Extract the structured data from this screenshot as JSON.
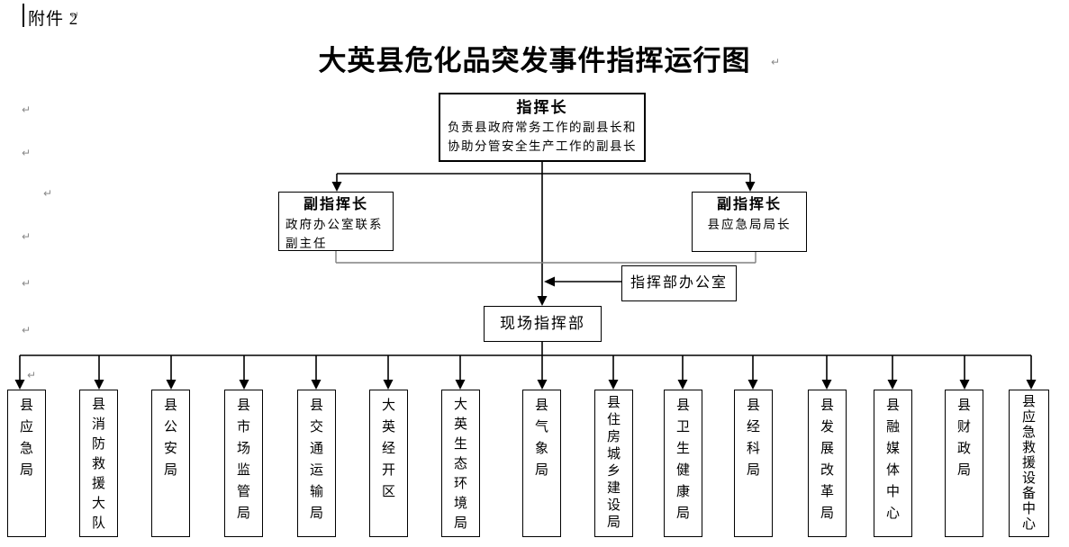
{
  "document": {
    "attachment_label": "附件 2",
    "title": "大英县危化品突发事件指挥运行图",
    "pilcrow": "↵"
  },
  "org": {
    "commander": {
      "heading": "指挥长",
      "desc_line1": "负责县政府常务工作的副县长和",
      "desc_line2": "协助分管安全生产工作的副县长"
    },
    "deputy_left": {
      "heading": "副指挥长",
      "desc_line1": "政府办公室联系",
      "desc_line2": "副主任"
    },
    "deputy_right": {
      "heading": "副指挥长",
      "desc_line1": "县应急局局长"
    },
    "command_office": {
      "label": "指挥部办公室"
    },
    "field_command": {
      "label": "现场指挥部"
    },
    "departments": [
      "县应急局",
      "县消防救援大队",
      "县公安局",
      "县市场监管局",
      "县交通运输局",
      "大英经开区",
      "大英生态环境局",
      "县气象局",
      "县住房城乡建设局",
      "县卫生健康局",
      "县经科局",
      "县发展改革局",
      "县融媒体中心",
      "县财政局",
      "县应急救援设备中心"
    ],
    "colors": {
      "line_black": "#000000",
      "line_gray": "#808080",
      "background": "#ffffff"
    }
  }
}
